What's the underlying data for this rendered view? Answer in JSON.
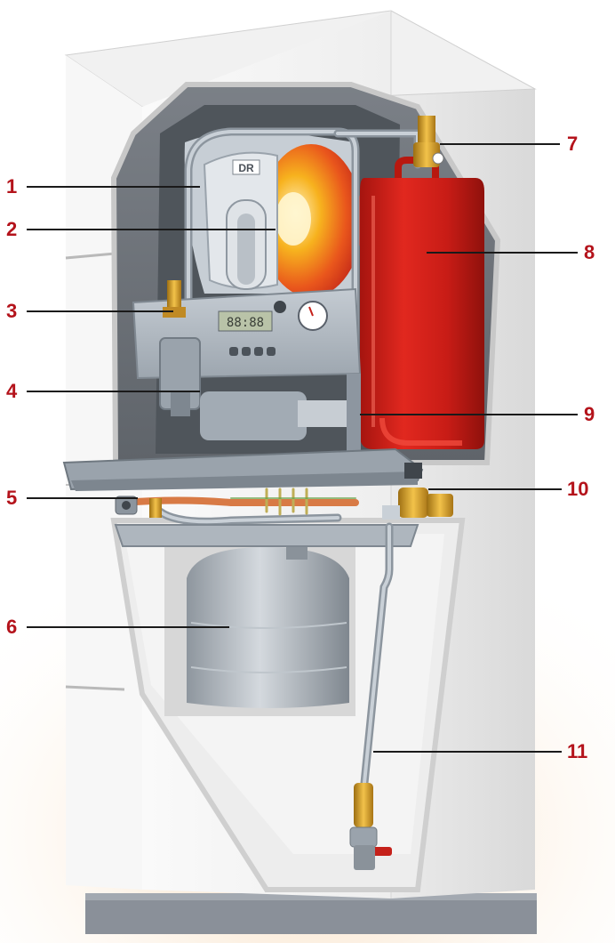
{
  "colors": {
    "callout": "#b4131b",
    "leader": "#1a1a1a",
    "cabinet": "#f4f4f4",
    "cabinet_shade": "#e3e3e3",
    "cavity": "#6d7278",
    "metal": "#a9b3bd",
    "expansion_tank": "#d3221b",
    "brass": "#d8a12b",
    "copper": "#c06a3a",
    "base": "#8a9099",
    "backdrop_warm": "#f6d6b0"
  },
  "display": {
    "lcd_text": "88:88",
    "brand_logo": "DR"
  },
  "callouts": [
    {
      "id": "1",
      "label": "1"
    },
    {
      "id": "2",
      "label": "2"
    },
    {
      "id": "3",
      "label": "3"
    },
    {
      "id": "4",
      "label": "4"
    },
    {
      "id": "5",
      "label": "5"
    },
    {
      "id": "6",
      "label": "6"
    },
    {
      "id": "7",
      "label": "7"
    },
    {
      "id": "8",
      "label": "8"
    },
    {
      "id": "9",
      "label": "9"
    },
    {
      "id": "10",
      "label": "10"
    },
    {
      "id": "11",
      "label": "11"
    }
  ]
}
